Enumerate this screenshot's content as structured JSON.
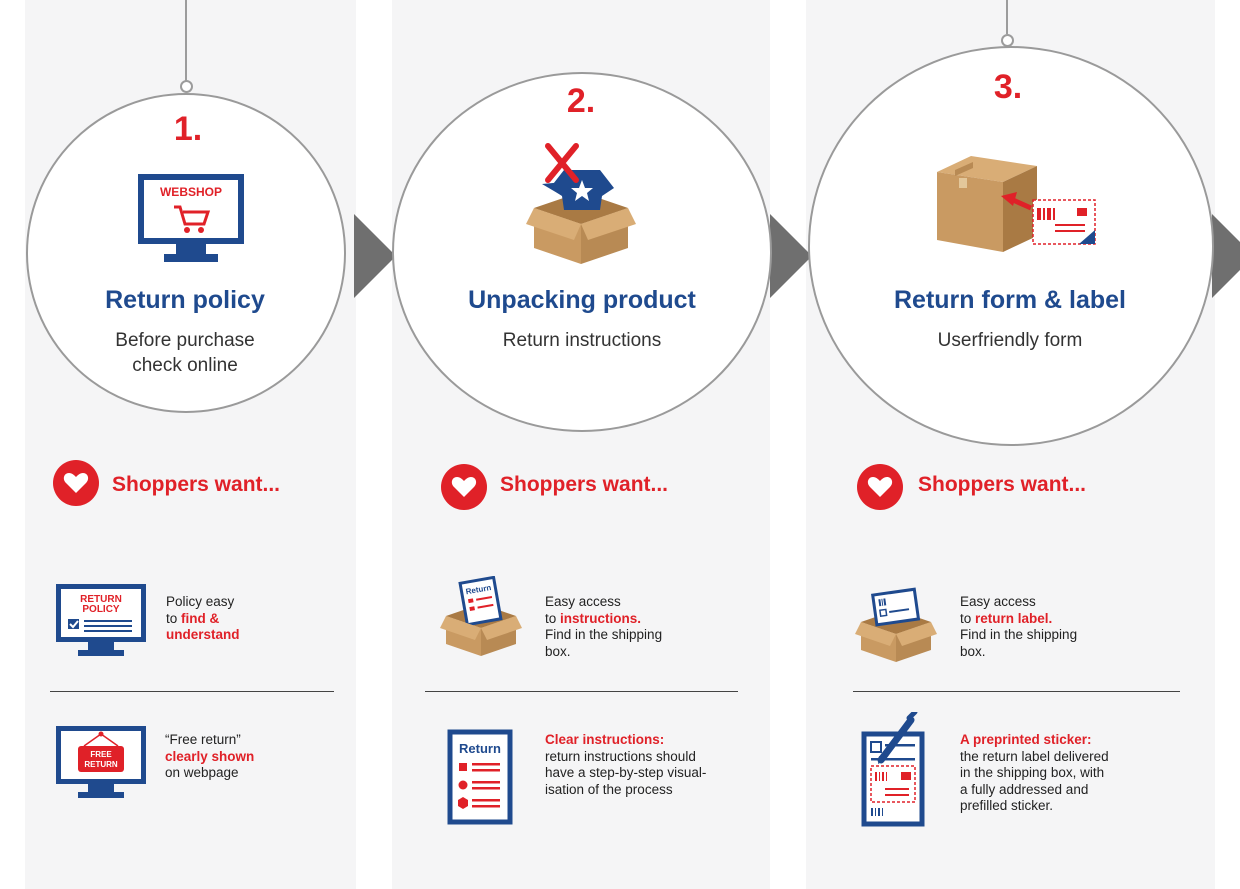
{
  "steps": [
    {
      "number": "1.",
      "title": "Return policy",
      "subtitle_line1": "Before purchase",
      "subtitle_line2": "check online",
      "wants_heading": "Shoppers want...",
      "item1": {
        "pre": "Policy easy",
        "hl_prefix": "to ",
        "hl": "find &",
        "hl2": "understand",
        "post": ""
      },
      "item2": {
        "pre": "“Free return”",
        "hl": "clearly shown",
        "post": "on webpage"
      },
      "icon_labels": {
        "monitor": "WEBSHOP",
        "policy_l1": "RETURN",
        "policy_l2": "POLICY",
        "sign_l1": "FREE",
        "sign_l2": "RETURN"
      }
    },
    {
      "number": "2.",
      "title": "Unpacking product",
      "subtitle_line1": "Return instructions",
      "wants_heading": "Shoppers want...",
      "item1": {
        "pre": "Easy access",
        "hl_prefix": "to ",
        "hl": "instructions.",
        "post1": "Find in the shipping",
        "post2": "box."
      },
      "item2": {
        "hl": "Clear instructions:",
        "l1": "return instructions should",
        "l2": "have a step-by-step visual-",
        "l3": "isation  of the process"
      },
      "icon_labels": {
        "return_doc": "Return",
        "return_doc_small": "Return"
      }
    },
    {
      "number": "3.",
      "title": "Return form & label",
      "subtitle_line1": "Userfriendly form",
      "wants_heading": "Shoppers want...",
      "item1": {
        "pre": "Easy access",
        "hl_prefix": "to ",
        "hl": "return label.",
        "post1": "Find in the shipping",
        "post2": "box."
      },
      "item2": {
        "hl": "A preprinted sticker:",
        "l1": "the return label delivered",
        "l2": "in the shipping box, with",
        "l3": "a fully addressed and",
        "l4": "prefilled sticker."
      }
    }
  ],
  "colors": {
    "red": "#e02128",
    "blue": "#1f4a8e",
    "box": "#c99a62",
    "panel": "#f5f5f6",
    "arrow": "#6f6f6f"
  }
}
